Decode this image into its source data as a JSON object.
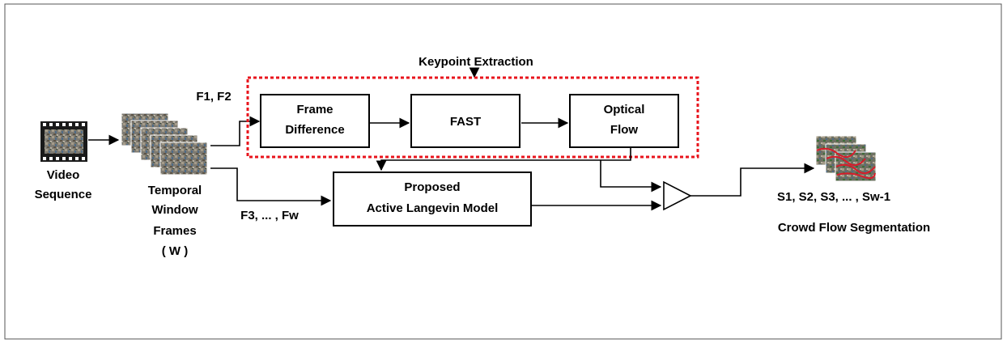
{
  "labels": {
    "video_sequence_line1": "Video",
    "video_sequence_line2": "Sequence",
    "temporal_line1": "Temporal",
    "temporal_line2": "Window",
    "temporal_line3": "Frames",
    "temporal_line4": "( W )",
    "f1_f2": "F1, F2",
    "f3_fw": "F3, ... , Fw",
    "keypoint_extraction": "Keypoint Extraction",
    "frame_difference_line1": "Frame",
    "frame_difference_line2": "Difference",
    "fast": "FAST",
    "optical_flow_line1": "Optical",
    "optical_flow_line2": "Flow",
    "proposed_line1": "Proposed",
    "proposed_line2": "Active Langevin Model",
    "output_sequence": "S1, S2, S3, ... , Sw-1",
    "crowd_flow_segmentation": "Crowd Flow Segmentation"
  },
  "colors": {
    "keypoint_border": "#e8141c",
    "segmentation_overlay": "#d81c2a",
    "frame_texture_base": "#7d7a72",
    "frame_texture_alt": "#4f6b86"
  },
  "icons": [
    "film-strip-icon",
    "frame-stack-icon",
    "segmentation-frame-stack-icon",
    "combiner-triangle-icon"
  ]
}
